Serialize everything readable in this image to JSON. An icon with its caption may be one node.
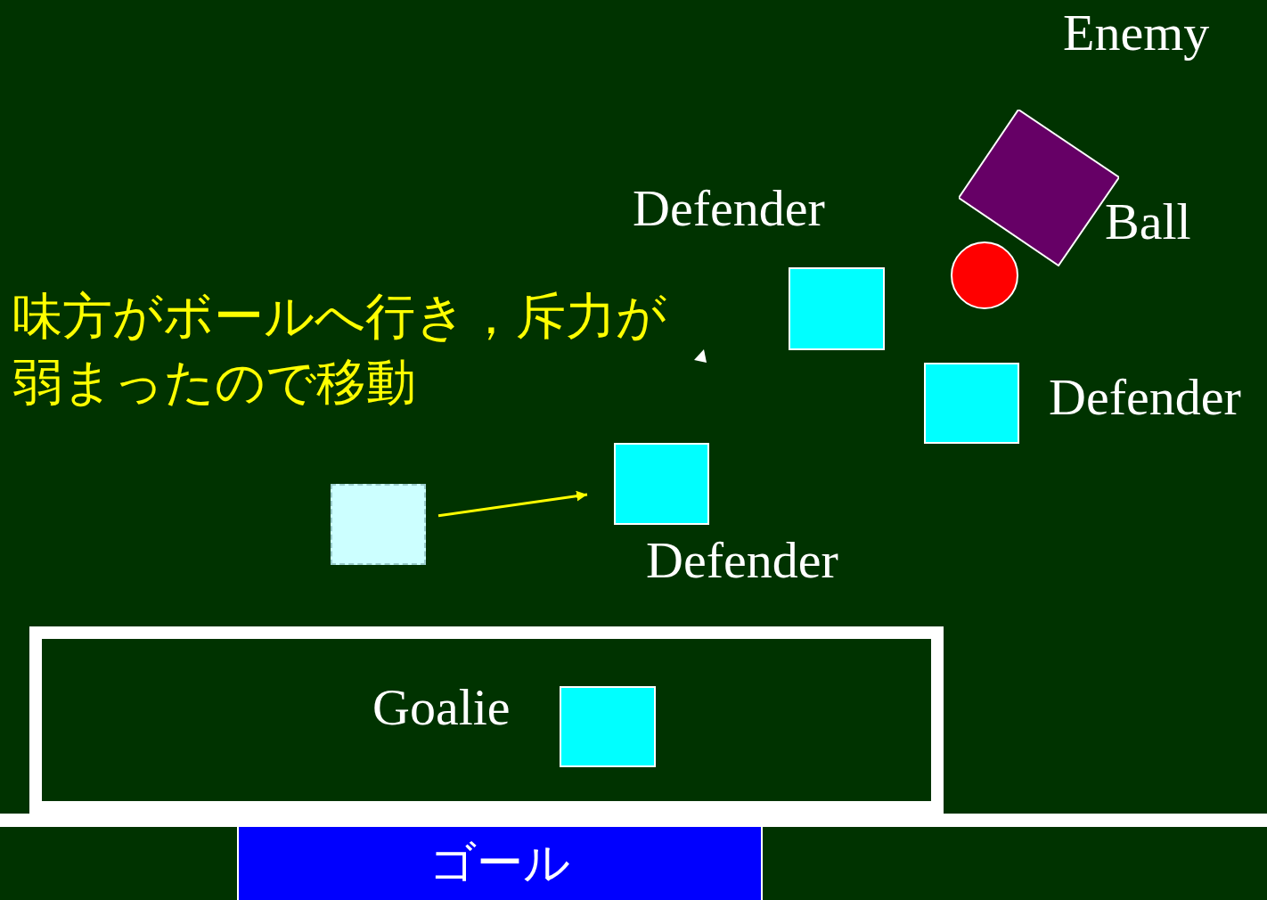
{
  "diagram": {
    "nodes": [
      {
        "text": [],
        "shape": "box",
        "beside": [
          "Enemy"
        ]
      },
      {
        "text": [],
        "shape": "circle"
      },
      {
        "text": [],
        "shape": "box",
        "beside": [
          "Defender"
        ]
      },
      {
        "text": [],
        "shape": "box",
        "beside": [
          "Defender"
        ]
      },
      {
        "text": [],
        "shape": "box"
      },
      {
        "text": [],
        "shape": "box",
        "beside": [
          "Defender"
        ]
      },
      {
        "text": [],
        "shape": "box"
      },
      {
        "text": [],
        "shape": "box",
        "in": 6,
        "beside": [
          "Goalie"
        ]
      },
      {
        "text": [
          "ゴール"
        ]
      },
      {
        "text": [],
        "shape": "bar"
      }
    ],
    "edges": [
      {
        "from": 4,
        "to": 5,
        "arrow": "to",
        "color": "#ffff00"
      }
    ],
    "labels": [
      "Ball",
      "味方がボールへ行き，斥力が弱まったので移動"
    ]
  }
}
